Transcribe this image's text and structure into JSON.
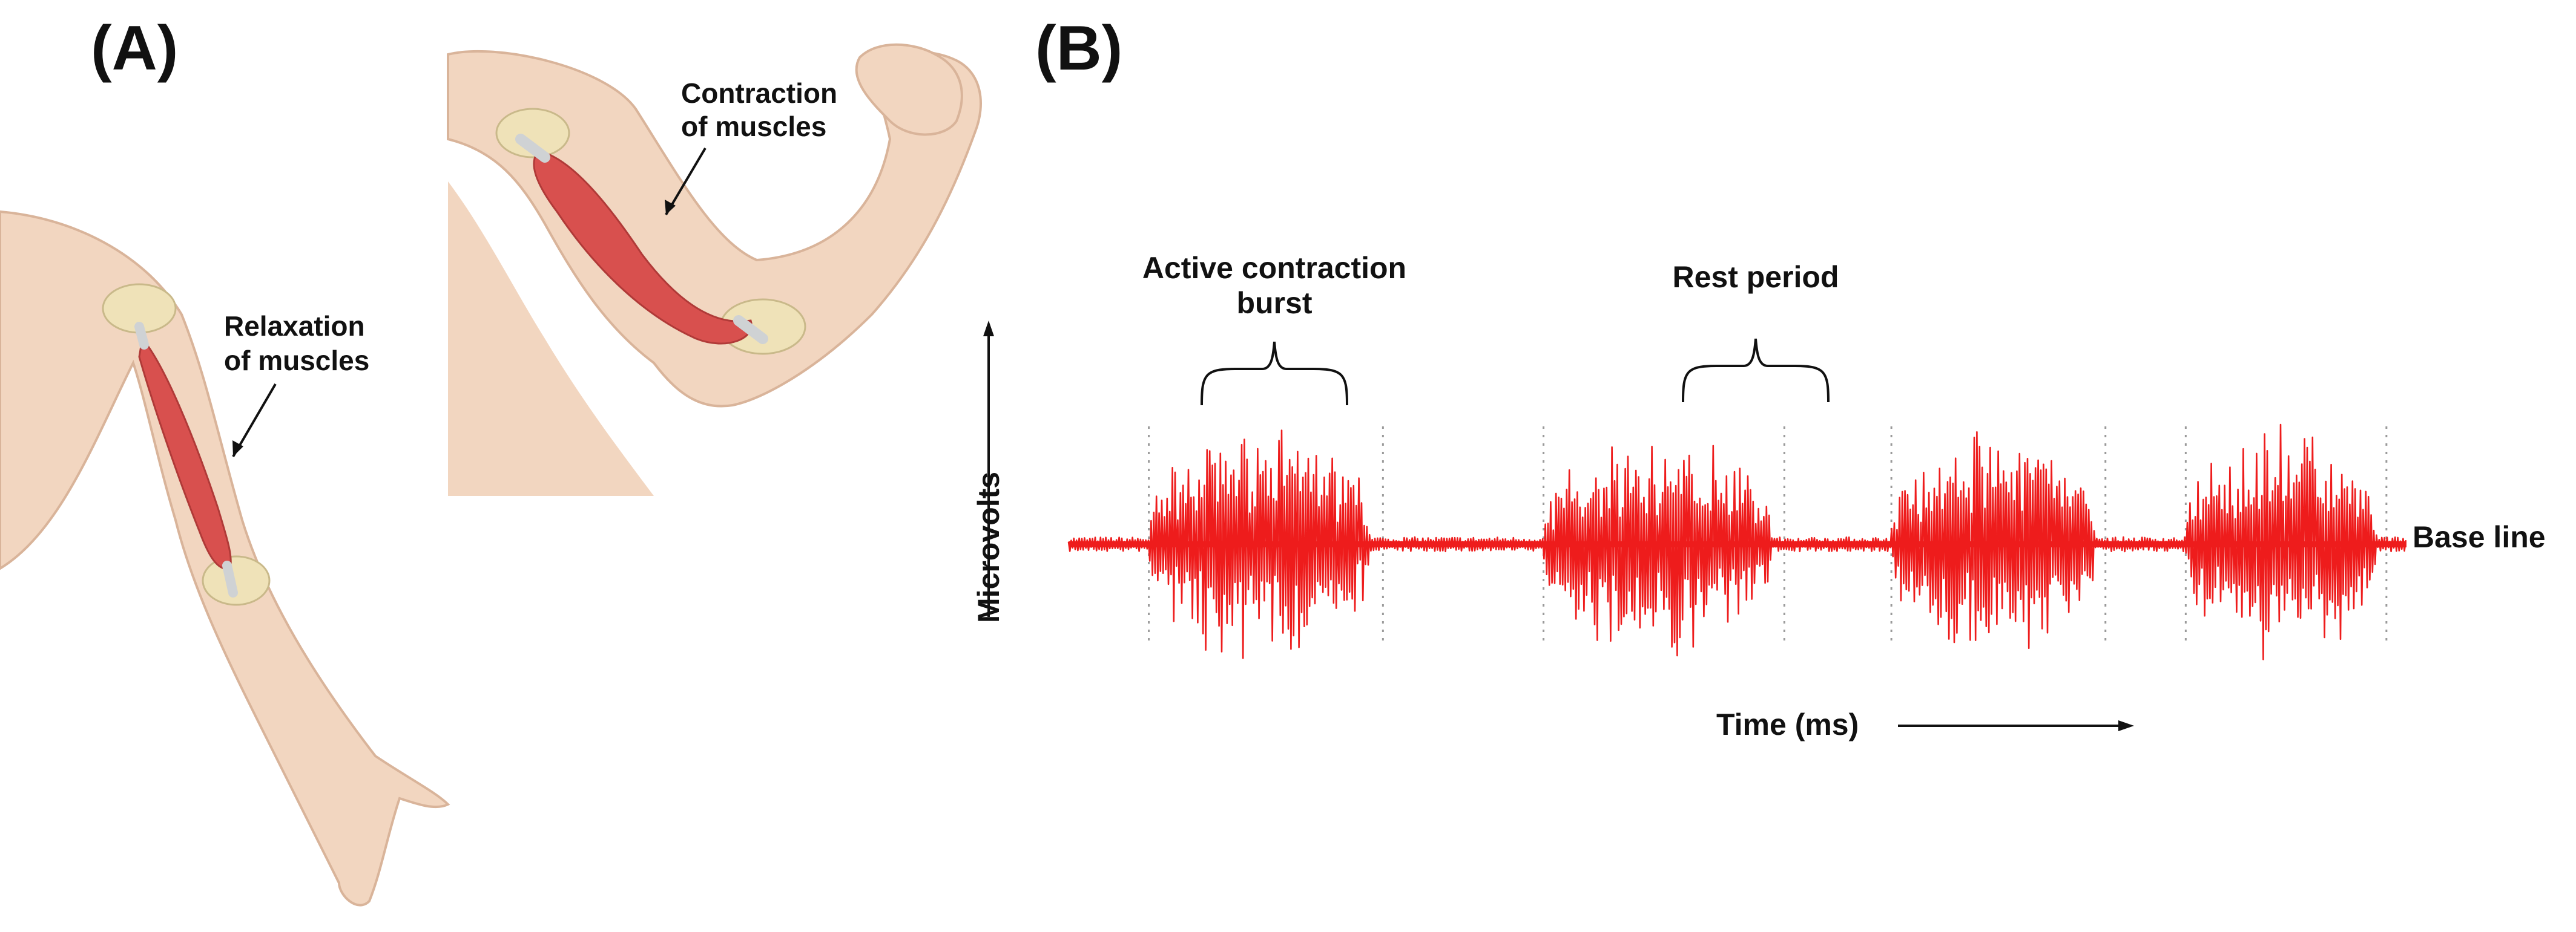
{
  "figure": {
    "panel_a": {
      "label": "(A)",
      "relaxed_arm": {
        "callout_line1": "Relaxation",
        "callout_line2": "of muscles"
      },
      "flexed_arm": {
        "callout_line1": "Contraction",
        "callout_line2": "of muscles"
      }
    },
    "panel_b": {
      "label": "(B)",
      "y_axis_label": "Microvolts",
      "x_axis_label": "Time (ms)",
      "baseline_label": "Base line",
      "burst_annotation_line1": "Active contraction",
      "burst_annotation_line2": "burst",
      "rest_annotation": "Rest period",
      "signal_color": "#ee1c1c",
      "bursts": [
        {
          "start": 0.06,
          "end": 0.235,
          "amplitude": 1.0
        },
        {
          "start": 0.355,
          "end": 0.535,
          "amplitude": 0.95
        },
        {
          "start": 0.615,
          "end": 0.775,
          "amplitude": 1.0
        },
        {
          "start": 0.835,
          "end": 0.985,
          "amplitude": 1.0
        }
      ]
    }
  },
  "colors": {
    "skin": "#f2d6c0",
    "skin_outline": "#d9b49a",
    "muscle": "#d8504e",
    "tendon": "#cfd2d4",
    "bone": "#efe2b8",
    "signal": "#ee1c1c",
    "text": "#111111"
  }
}
